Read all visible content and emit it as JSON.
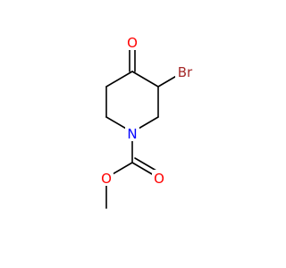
{
  "molecule": {
    "atoms": {
      "ketone_o": {
        "symbol": "O",
        "color": "#ff0000"
      },
      "bromine": {
        "symbol": "Br",
        "color": "#a52a2a"
      },
      "ring_n": {
        "symbol": "N",
        "color": "#0000ff"
      },
      "carbonyl_o": {
        "symbol": "O",
        "color": "#ff0000"
      },
      "ester_o": {
        "symbol": "O",
        "color": "#ff0000"
      }
    },
    "bond_color": "#000000"
  }
}
